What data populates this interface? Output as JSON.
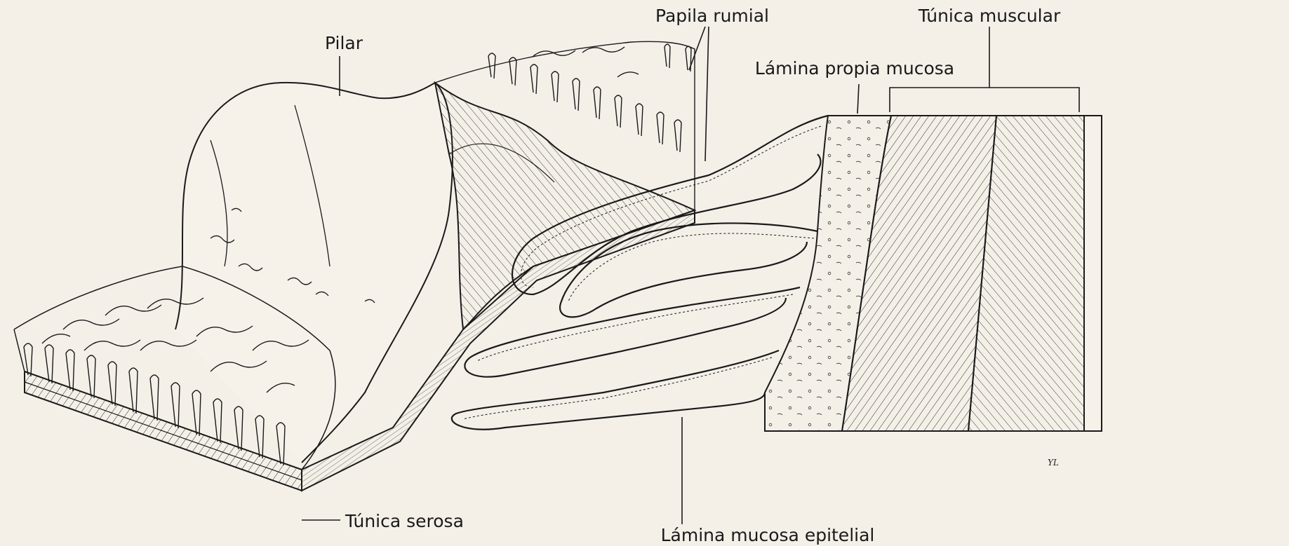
{
  "labels": {
    "pilar": "Pilar",
    "papila_rumial": "Papila rumial",
    "tunica_muscular": "Túnica muscular",
    "lamina_propia_mucosa": "Lámina propia mucosa",
    "tunica_serosa": "Túnica serosa",
    "lamina_mucosa_epitelial": "Lámina mucosa epitelial"
  },
  "signature": "YL",
  "colors": {
    "ink": "#1a1a1a",
    "paper": "#f4f0e8"
  }
}
